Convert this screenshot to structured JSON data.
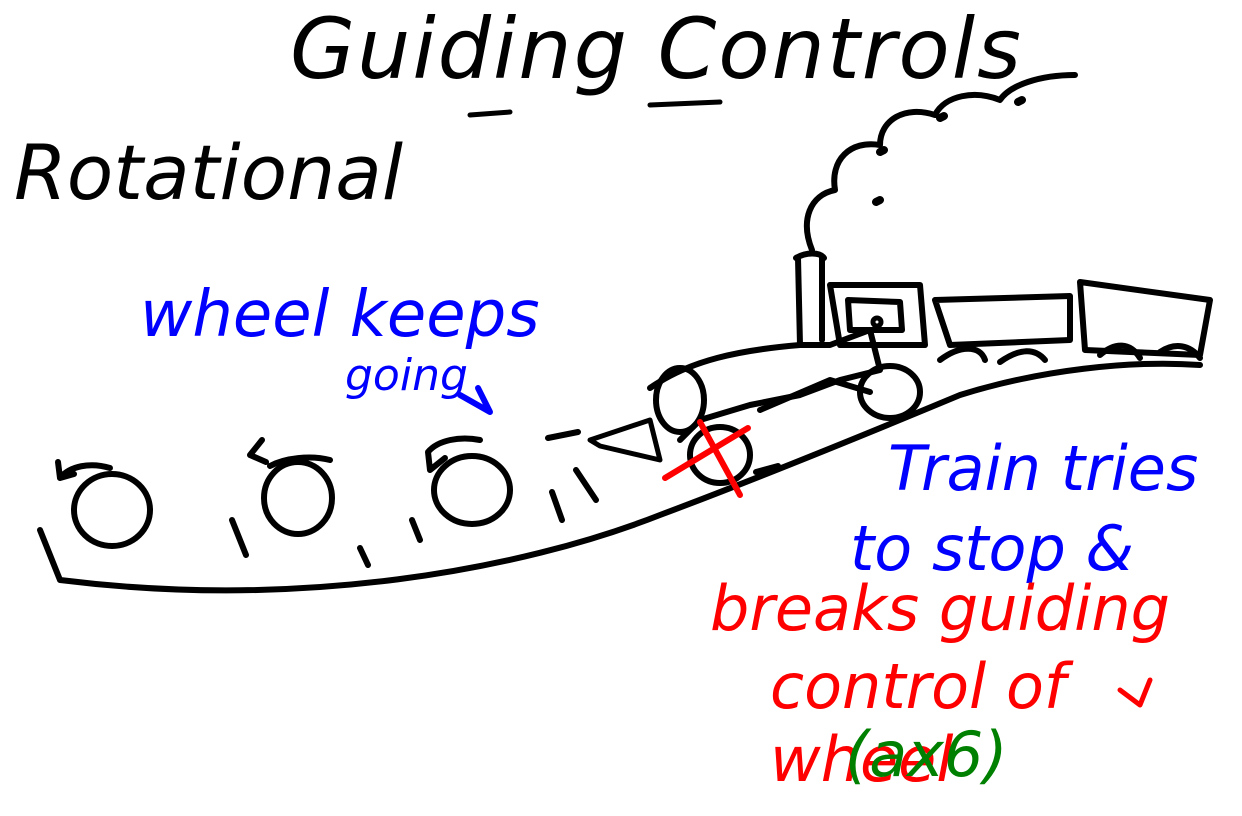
{
  "title": "Guiding Controls",
  "subtitle": "Rotational",
  "notes": {
    "wheel_line1": "wheel keeps",
    "wheel_line2": "going",
    "train_line1": "Train tries",
    "train_line2": "to stop &",
    "breaks_line1": "breaks guiding",
    "breaks_line2": "control of wheel",
    "ref": "(ax6)"
  },
  "colors": {
    "ink": "#000000",
    "blue": "#0000ff",
    "red": "#ff0000",
    "green": "#008000"
  }
}
